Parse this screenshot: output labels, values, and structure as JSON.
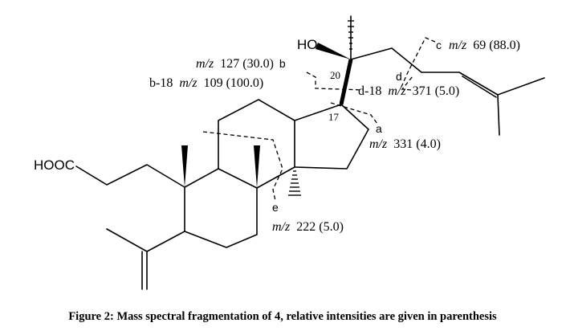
{
  "diagram": {
    "atoms": {
      "hydroxyl": "HO",
      "carboxyl": "HOOC",
      "c20": "20",
      "c17": "17"
    },
    "fragments": {
      "a": {
        "letter": "a",
        "mz": "m/z",
        "value": "331 (4.0)"
      },
      "b": {
        "letter": "b",
        "mz": "m/z",
        "value": "127 (30.0)"
      },
      "b18": {
        "label": "b-18",
        "mz": "m/z",
        "value": "109 (100.0)"
      },
      "c": {
        "letter": "c",
        "mz": "m/z",
        "value": "69 (88.0)"
      },
      "d": {
        "letter": "d"
      },
      "d18": {
        "label": "d-18",
        "mz": "m/z",
        "value": "371 (5.0)"
      },
      "e": {
        "letter": "e",
        "mz": "m/z",
        "value": "222 (5.0)"
      }
    },
    "caption": "Figure 2: Mass spectral fragmentation of 4, relative intensities are given in parenthesis"
  }
}
